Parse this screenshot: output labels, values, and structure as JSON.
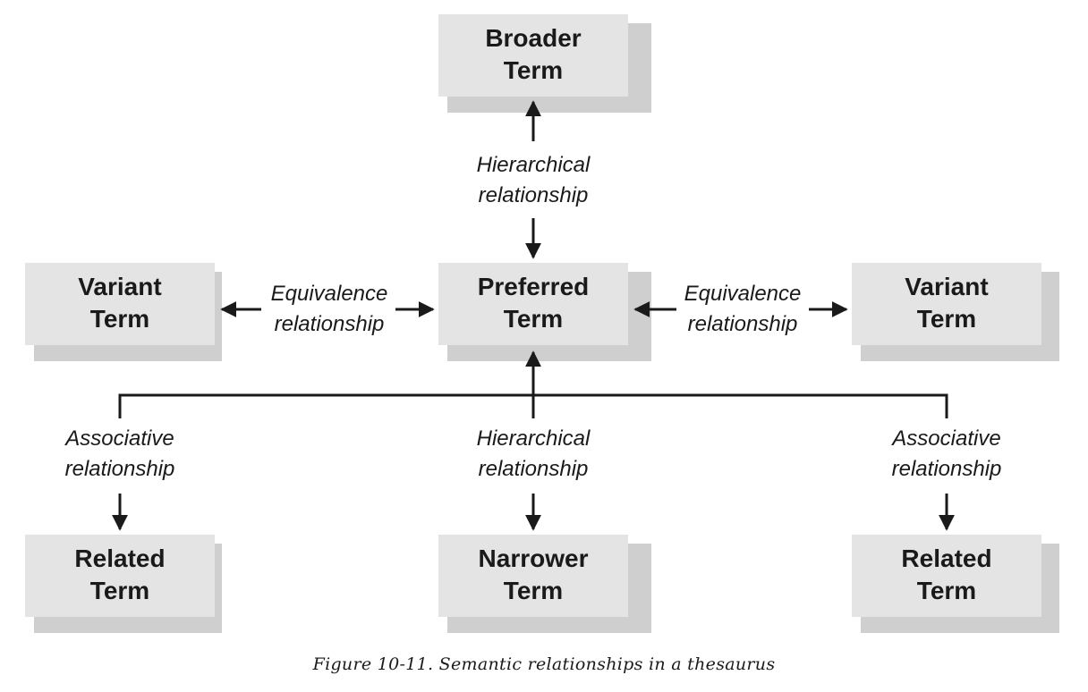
{
  "terms": {
    "broader": [
      "Broader",
      "Term"
    ],
    "preferred": [
      "Preferred",
      "Term"
    ],
    "variant_left": [
      "Variant",
      "Term"
    ],
    "variant_right": [
      "Variant",
      "Term"
    ],
    "related_left": [
      "Related",
      "Term"
    ],
    "narrower": [
      "Narrower",
      "Term"
    ],
    "related_right": [
      "Related",
      "Term"
    ]
  },
  "relationships": {
    "hierarchical_top": [
      "Hierarchical",
      "relationship"
    ],
    "equivalence_left": [
      "Equivalence",
      "relationship"
    ],
    "equivalence_right": [
      "Equivalence",
      "relationship"
    ],
    "associative_left": [
      "Associative",
      "relationship"
    ],
    "hierarchical_bottom": [
      "Hierarchical",
      "relationship"
    ],
    "associative_right": [
      "Associative",
      "relationship"
    ]
  },
  "caption": "Figure 10-11. Semantic relationships in a thesaurus",
  "colors": {
    "box_fill": "#e4e4e4",
    "box_shadow": "#cfcfcf",
    "ink": "#1a1a1a"
  }
}
